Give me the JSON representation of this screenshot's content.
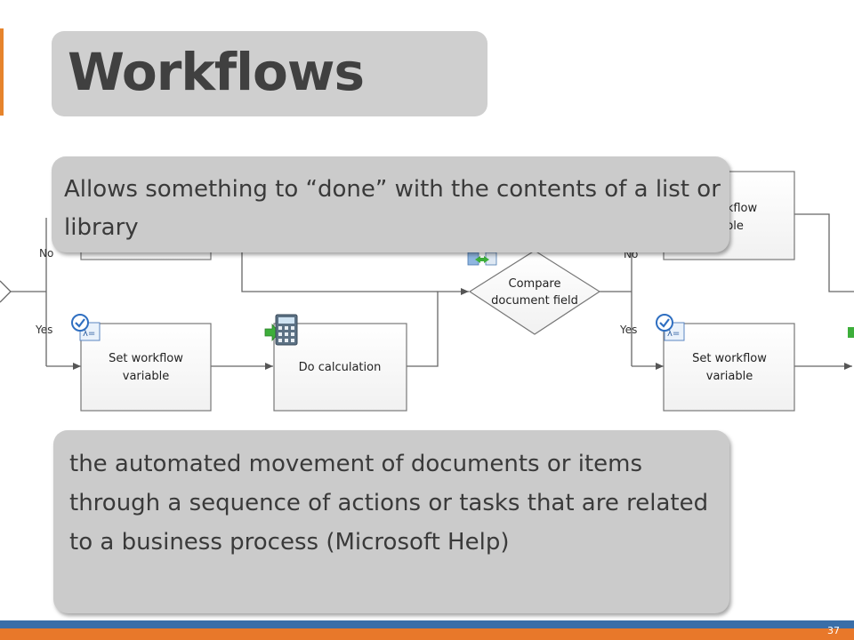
{
  "slide": {
    "title": "Workflows",
    "callout_top": "Allows something to “done” with the contents of a list or library",
    "callout_bottom": "the automated movement of documents or items through a sequence of actions or tasks that are related to a business process (Microsoft Help)",
    "page_number": "37"
  },
  "diagram": {
    "nodes": {
      "top_right": {
        "line1": "workflow",
        "line2": "able"
      },
      "set_left": {
        "line1": "Set workflow",
        "line2": "variable"
      },
      "do_calc": {
        "label": "Do calculation"
      },
      "compare": {
        "line1": "Compare",
        "line2": "document field"
      },
      "set_right": {
        "line1": "Set workflow",
        "line2": "variable"
      }
    },
    "edge_labels": {
      "no_left": "No",
      "yes_left": "Yes",
      "no_right": "No",
      "yes_right": "Yes"
    },
    "icons": [
      "lambda-check-icon",
      "calculator-icon",
      "compare-icon"
    ]
  },
  "colors": {
    "accent_orange": "#e6842c",
    "footer_blue": "#3a6ea8",
    "footer_orange": "#e8782a",
    "callout_gray": "#cbcbcb",
    "title_gray": "#cfcfcf",
    "title_text": "#404040"
  }
}
